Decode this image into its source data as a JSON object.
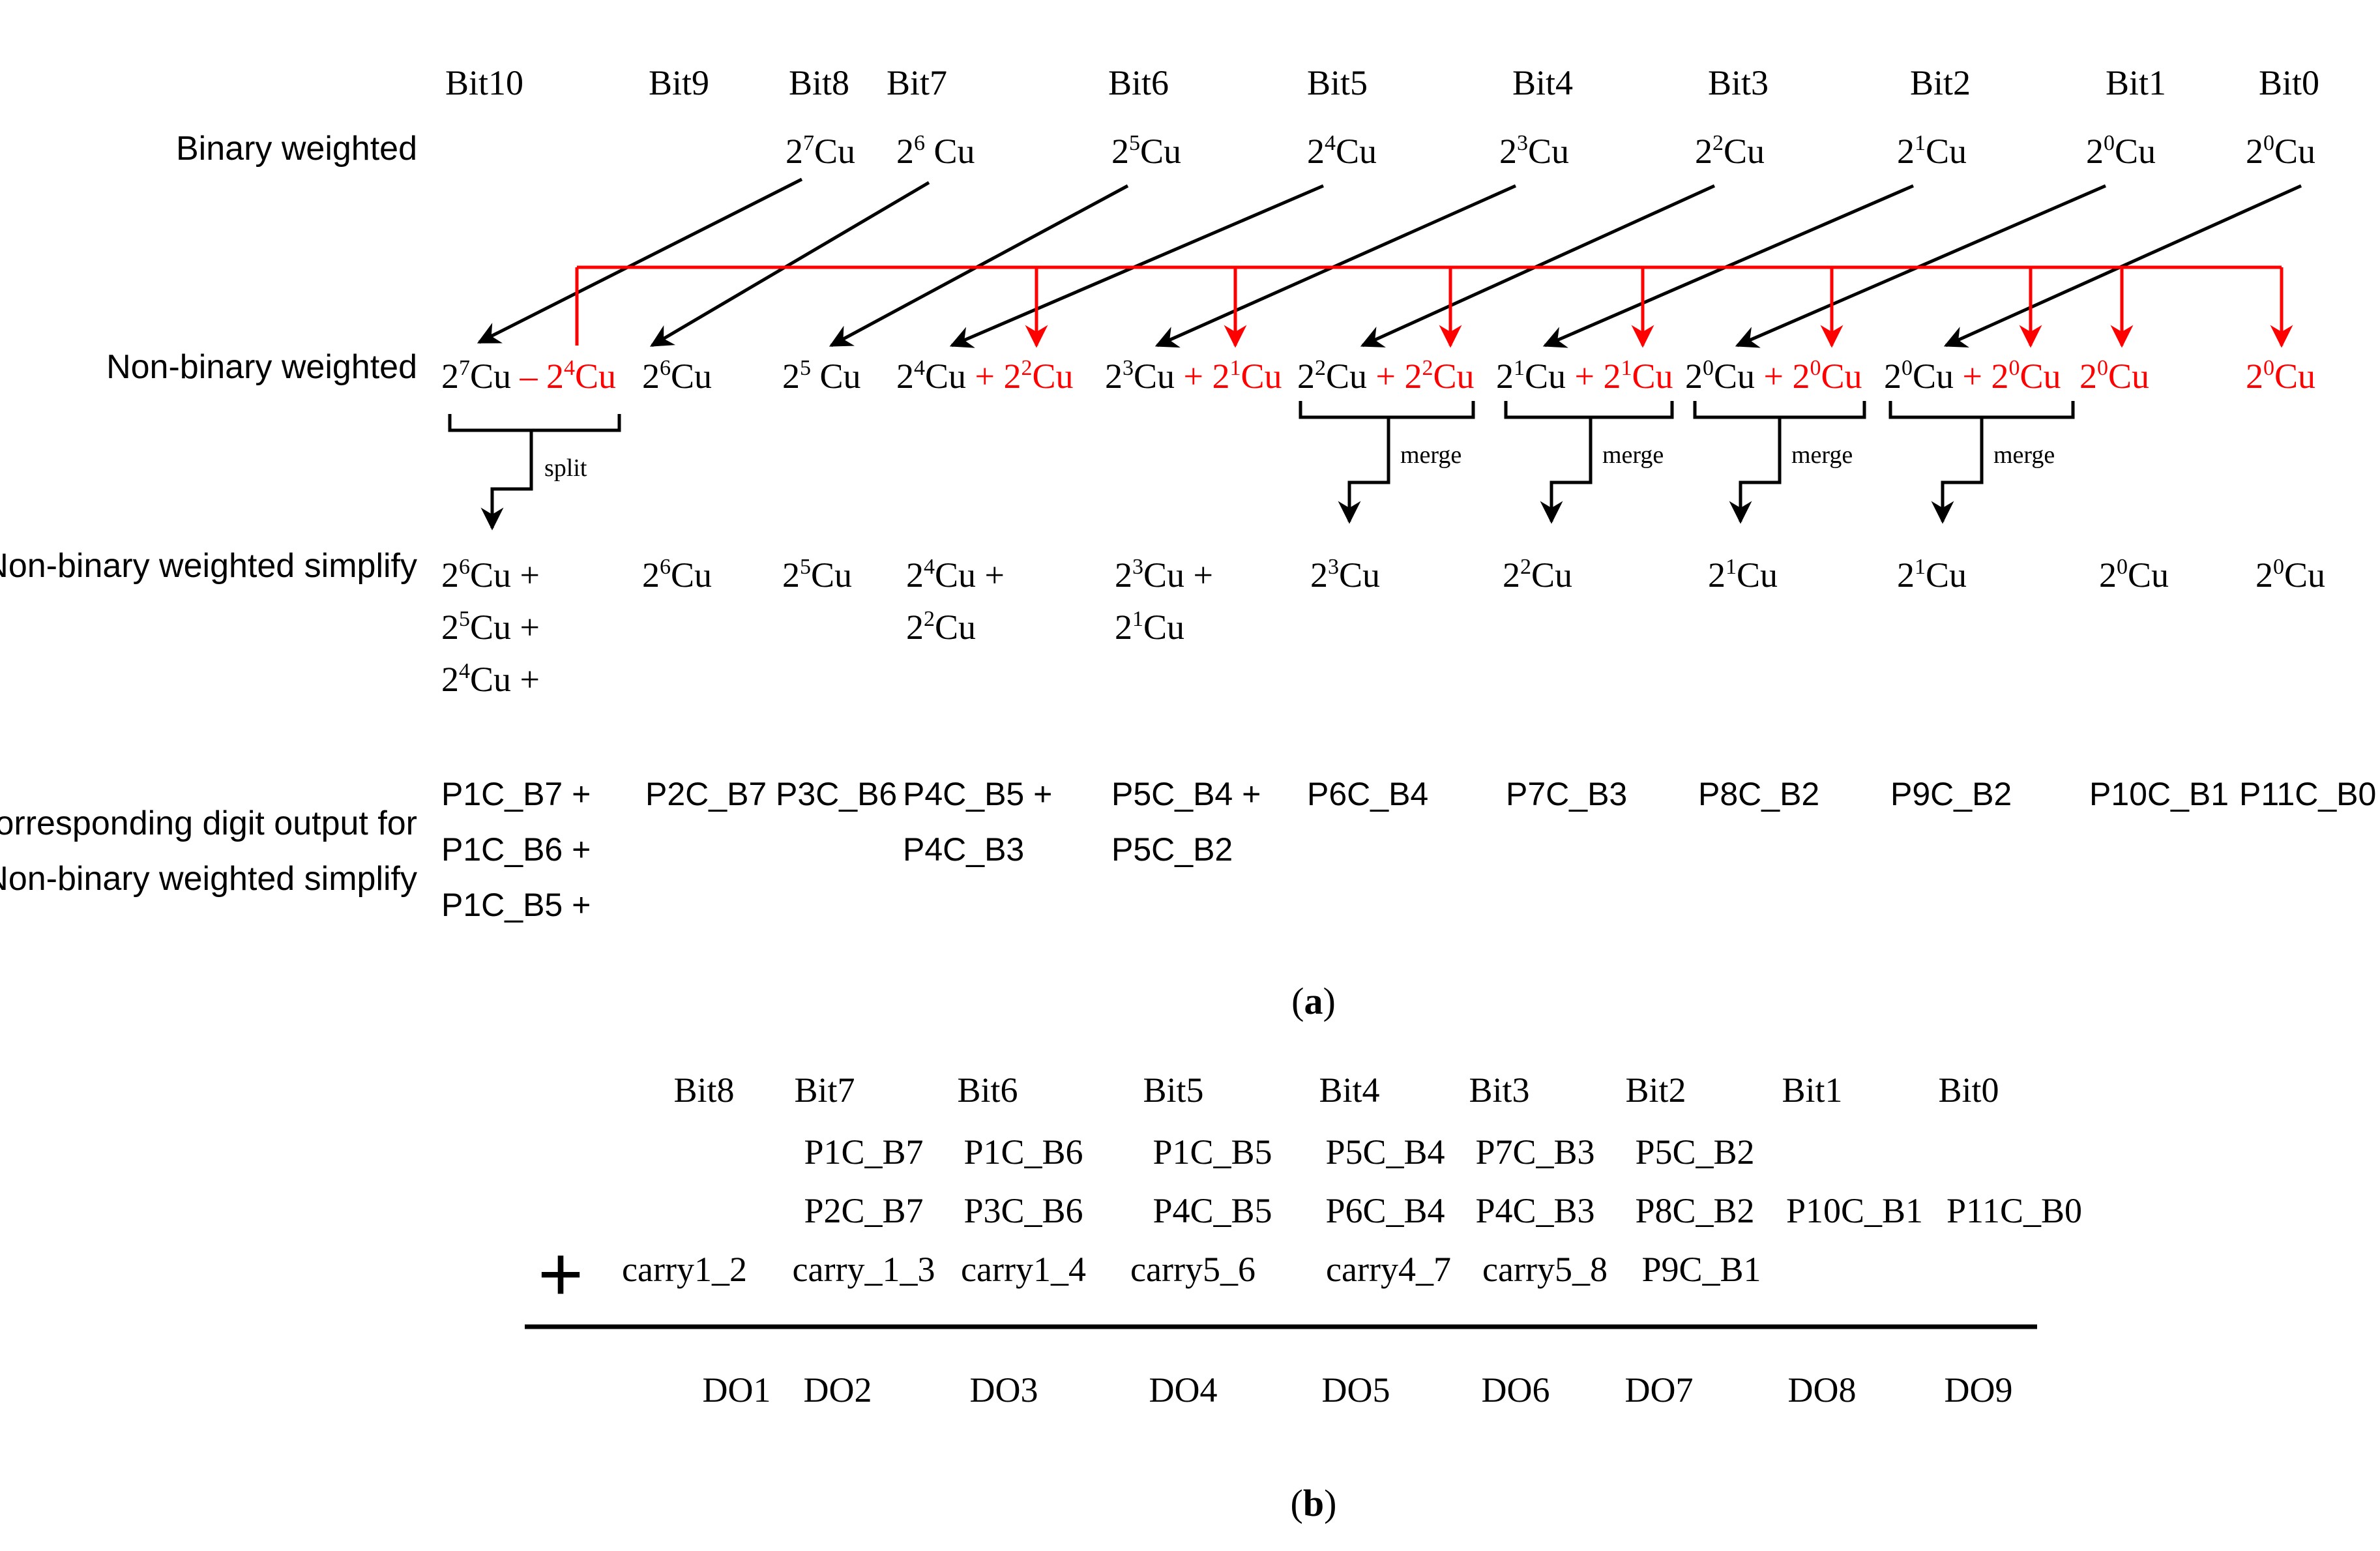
{
  "colors": {
    "black": "#000000",
    "red": "#ff0000"
  },
  "panel_a": {
    "caption": "a",
    "row_labels": {
      "binary": "Binary weighted",
      "nonbinary": "Non-binary weighted",
      "simplify": "Non-binary weighted simplify",
      "digit_line1": "Corresponding digit output for",
      "digit_line2": "Non-binary weighted simplify"
    },
    "bits": [
      "Bit10",
      "Bit9",
      "Bit8",
      "Bit7",
      "Bit6",
      "Bit5",
      "Bit4",
      "Bit3",
      "Bit2",
      "Bit1",
      "Bit0"
    ],
    "binary_weights": [
      {
        "bit": "Bit8",
        "base": "2",
        "exp": "7",
        "unit": "Cu"
      },
      {
        "bit": "Bit7",
        "base": "2",
        "exp": "6",
        "unit": " Cu"
      },
      {
        "bit": "Bit6",
        "base": "2",
        "exp": "5",
        "unit": "Cu"
      },
      {
        "bit": "Bit5",
        "base": "2",
        "exp": "4",
        "unit": "Cu"
      },
      {
        "bit": "Bit4",
        "base": "2",
        "exp": "3",
        "unit": "Cu"
      },
      {
        "bit": "Bit3",
        "base": "2",
        "exp": "2",
        "unit": "Cu"
      },
      {
        "bit": "Bit2",
        "base": "2",
        "exp": "1",
        "unit": "Cu"
      },
      {
        "bit": "Bit1",
        "base": "2",
        "exp": "0",
        "unit": "Cu"
      },
      {
        "bit": "Bit0",
        "base": "2",
        "exp": "0",
        "unit": "Cu"
      }
    ],
    "nonbinary_terms": [
      {
        "black": {
          "exp": "7",
          "unit": "Cu"
        },
        "op": " – ",
        "red": {
          "exp": "4",
          "unit": "Cu"
        }
      },
      {
        "black": {
          "exp": "6",
          "unit": "Cu"
        }
      },
      {
        "black": {
          "exp": "5",
          "unit": " Cu"
        }
      },
      {
        "black": {
          "exp": "4",
          "unit": "Cu"
        },
        "op": " + ",
        "red": {
          "exp": "2",
          "unit": "Cu"
        }
      },
      {
        "black": {
          "exp": "3",
          "unit": "Cu"
        },
        "op": " + ",
        "red": {
          "exp": "1",
          "unit": "Cu"
        }
      },
      {
        "black": {
          "exp": "2",
          "unit": "Cu"
        },
        "op": " + ",
        "red": {
          "exp": "2",
          "unit": "Cu"
        }
      },
      {
        "black": {
          "exp": "1",
          "unit": "Cu"
        },
        "op": " + ",
        "red": {
          "exp": "1",
          "unit": "Cu"
        }
      },
      {
        "black": {
          "exp": "0",
          "unit": "Cu"
        },
        "op": " + ",
        "red": {
          "exp": "0",
          "unit": "Cu"
        }
      },
      {
        "black": {
          "exp": "0",
          "unit": "Cu"
        },
        "op": " + ",
        "red": {
          "exp": "0",
          "unit": "Cu"
        }
      },
      {
        "red": {
          "exp": "0",
          "unit": "Cu"
        }
      },
      {
        "red": {
          "exp": "0",
          "unit": "Cu"
        }
      }
    ],
    "split_label": "split",
    "merge_label": "merge",
    "simplify": [
      [
        {
          "exp": "6",
          "unit": "Cu +"
        },
        {
          "exp": "5",
          "unit": "Cu +"
        },
        {
          "exp": "4",
          "unit": "Cu +"
        }
      ],
      [
        {
          "exp": "6",
          "unit": "Cu"
        }
      ],
      [
        {
          "exp": "5",
          "unit": "Cu"
        }
      ],
      [
        {
          "exp": "4",
          "unit": "Cu +"
        },
        {
          "exp": "2",
          "unit": "Cu"
        }
      ],
      [
        {
          "exp": "3",
          "unit": "Cu +"
        },
        {
          "exp": "1",
          "unit": "Cu"
        }
      ],
      [
        {
          "exp": "3",
          "unit": "Cu"
        }
      ],
      [
        {
          "exp": "2",
          "unit": "Cu"
        }
      ],
      [
        {
          "exp": "1",
          "unit": "Cu"
        }
      ],
      [
        {
          "exp": "1",
          "unit": "Cu"
        }
      ],
      [
        {
          "exp": "0",
          "unit": "Cu"
        }
      ],
      [
        {
          "exp": "0",
          "unit": "Cu"
        }
      ]
    ],
    "digits": [
      [
        "P1C_B7 +",
        "P1C_B6 +",
        "P1C_B5 +"
      ],
      [
        "P2C_B7"
      ],
      [
        "P3C_B6"
      ],
      [
        "P4C_B5 +",
        "P4C_B3"
      ],
      [
        "P5C_B4 +",
        "P5C_B2"
      ],
      [
        "P6C_B4"
      ],
      [
        "P7C_B3"
      ],
      [
        "P8C_B2"
      ],
      [
        "P9C_B2"
      ],
      [
        "P10C_B1"
      ],
      [
        "P11C_B0"
      ]
    ]
  },
  "panel_b": {
    "caption": "b",
    "plus_sign": "+",
    "header": [
      "Bit8",
      "Bit7",
      "Bit6",
      "Bit5",
      "Bit4",
      "Bit3",
      "Bit2",
      "Bit1",
      "Bit0"
    ],
    "row1": [
      "",
      "P1C_B7",
      "P1C_B6",
      "P1C_B5",
      "P5C_B4",
      "P7C_B3",
      "P5C_B2",
      "",
      ""
    ],
    "row2": [
      "",
      "P2C_B7",
      "P3C_B6",
      "P4C_B5",
      "P6C_B4",
      "P4C_B3",
      "P8C_B2",
      "P10C_B1",
      "P11C_B0"
    ],
    "row3": [
      "carry1_2",
      "carry_1_3",
      "carry1_4",
      "carry5_6",
      "carry4_7",
      "carry5_8",
      "P9C_B1",
      "",
      ""
    ],
    "outputs": [
      "DO1",
      "DO2",
      "DO3",
      "DO4",
      "DO5",
      "DO6",
      "DO7",
      "DO8",
      "DO9"
    ]
  }
}
